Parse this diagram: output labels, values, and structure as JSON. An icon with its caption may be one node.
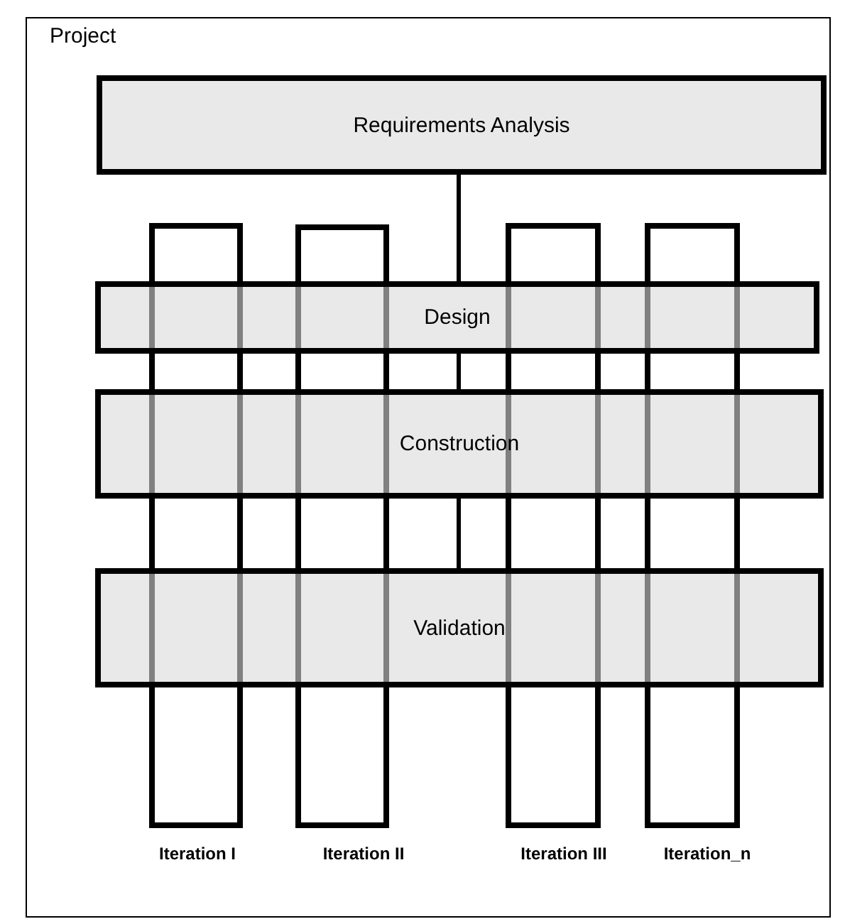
{
  "diagram": {
    "nodes": [
      {
        "text": [
          "Project"
        ]
      },
      {
        "text": [
          "Requirements Analysis"
        ],
        "in": 0
      },
      {
        "text": [
          "Design"
        ],
        "in": 0
      },
      {
        "text": [
          "Construction"
        ],
        "in": 0
      },
      {
        "text": [
          "Validation"
        ],
        "in": 0
      },
      {
        "text": [
          "Iteration I"
        ],
        "in": 0
      },
      {
        "text": [
          "Iteration II"
        ],
        "in": 0
      },
      {
        "text": [
          "Iteration III"
        ],
        "in": 0
      },
      {
        "text": [
          "Iteration_n"
        ],
        "in": 0
      }
    ],
    "edges": [
      {
        "from": 1,
        "to": 2,
        "arrow": "none"
      },
      {
        "from": 2,
        "to": 3,
        "arrow": "none"
      },
      {
        "from": 3,
        "to": 4,
        "arrow": "none"
      }
    ]
  }
}
